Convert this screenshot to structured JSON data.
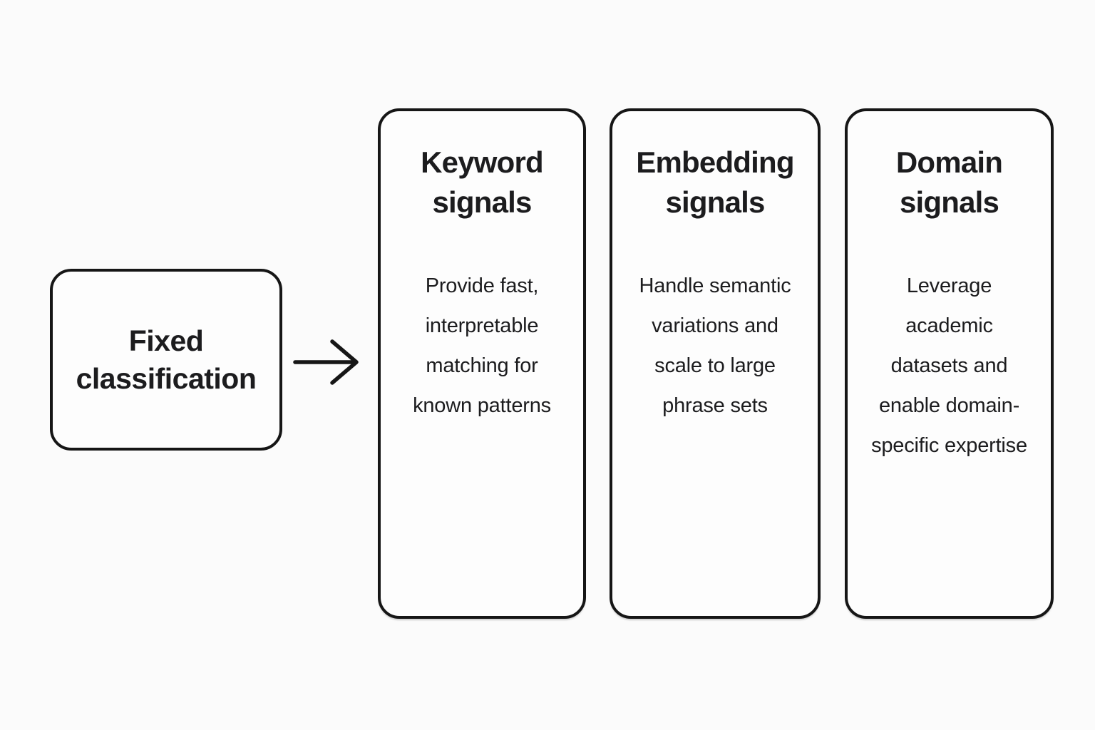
{
  "page": {
    "background_color": "#fbfbfb",
    "card_background_color": "#fdfdfd",
    "border_color": "#161616",
    "text_color": "#1c1c1e"
  },
  "source_box": {
    "label": "Fixed classification"
  },
  "arrow": {
    "direction": "right"
  },
  "cards": [
    {
      "title": "Keyword signals",
      "body": "Provide fast, interpretable matching for known patterns"
    },
    {
      "title": "Embedding signals",
      "body": "Handle semantic variations and scale to large phrase sets"
    },
    {
      "title": "Domain signals",
      "body": "Leverage academic datasets and enable domain-specific expertise"
    }
  ]
}
